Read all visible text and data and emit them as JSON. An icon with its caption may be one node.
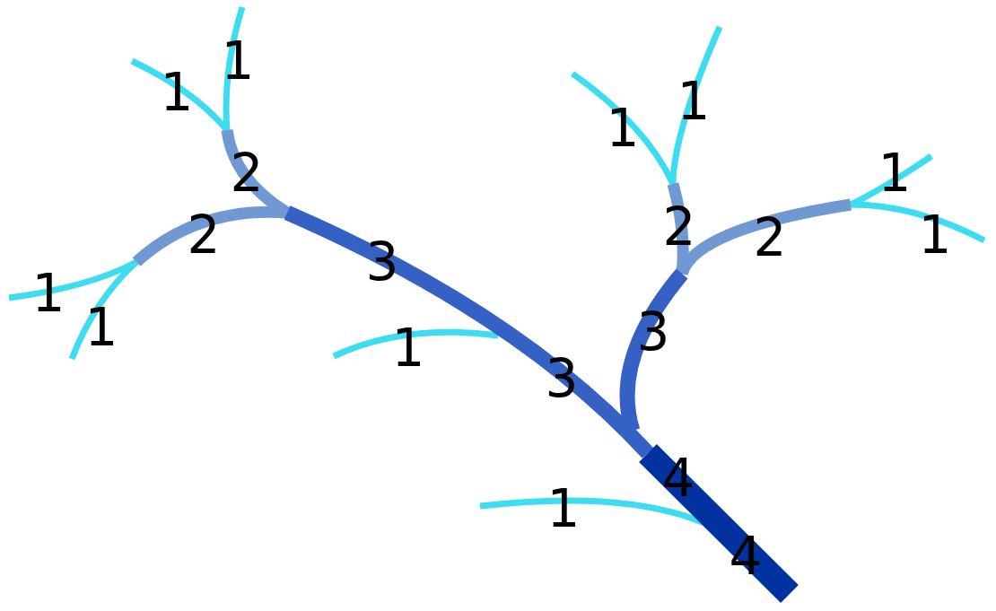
{
  "diagram": {
    "labels": [
      "1",
      "1",
      "1",
      "1",
      "1",
      "2",
      "2",
      "2",
      "2",
      "1",
      "3",
      "1",
      "1",
      "3",
      "1",
      "3",
      "4",
      "1",
      "4"
    ]
  }
}
